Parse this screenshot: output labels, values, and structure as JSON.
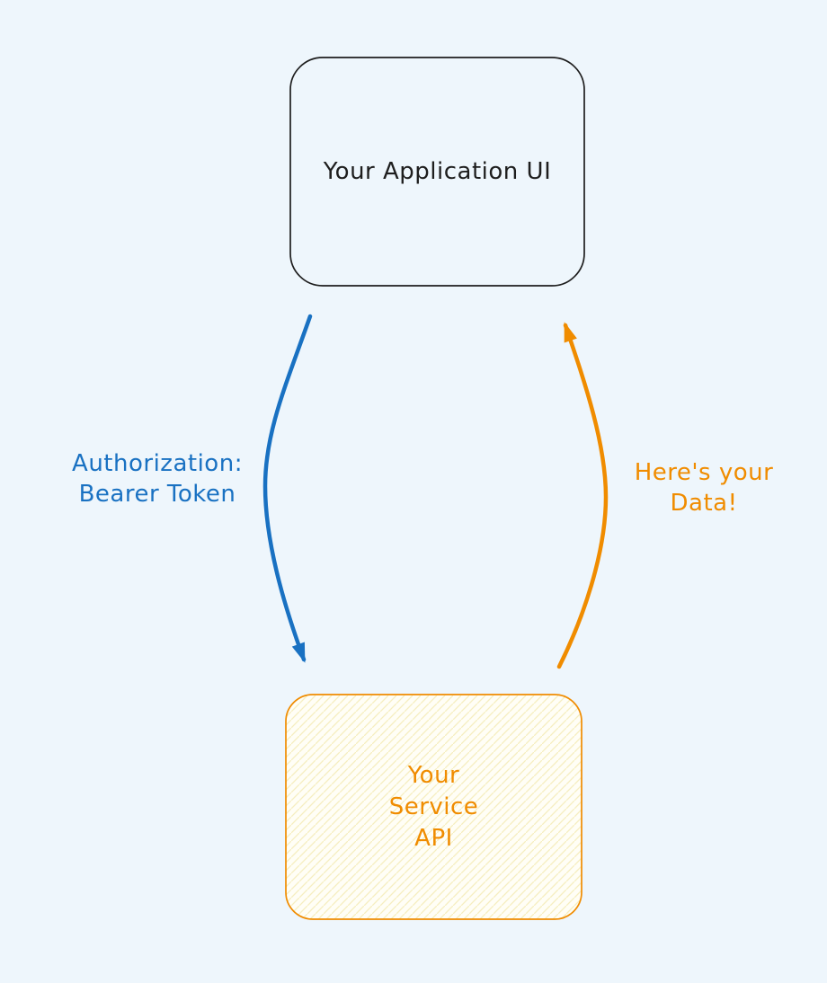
{
  "diagram": {
    "background_color": "#eef6fc",
    "top_node": {
      "label": "Your Application UI",
      "border_color": "#1e1e1e",
      "text_color": "#1e1e1e"
    },
    "bottom_node": {
      "label_lines": [
        "Your",
        "Service",
        "API"
      ],
      "border_color": "#f08c00",
      "text_color": "#f08c00",
      "fill_color": "#fffef6",
      "hatch_color": "#f6eebf"
    },
    "request_arrow": {
      "label_lines": [
        "Authorization:",
        "Bearer Token"
      ],
      "color": "#1971c2"
    },
    "response_arrow": {
      "label_lines": [
        "Here's your",
        "Data!"
      ],
      "color": "#f08c00"
    }
  }
}
